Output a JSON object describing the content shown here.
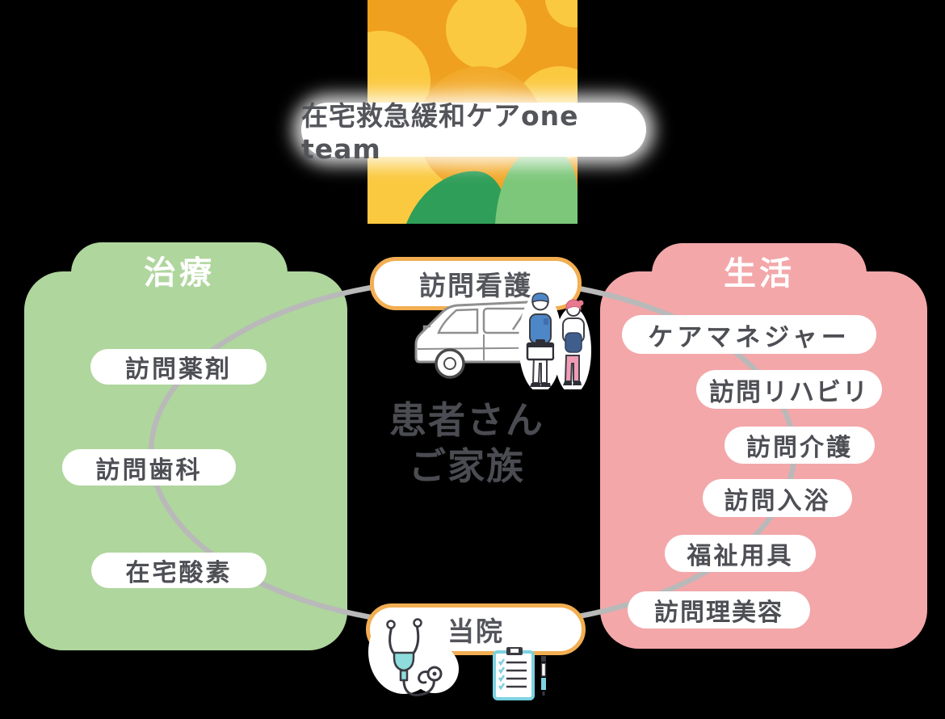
{
  "title_banner": {
    "label": "在宅救急緩和ケアone team"
  },
  "hubs": {
    "top": {
      "label": "訪問看護"
    },
    "bottom": {
      "label": "当院"
    }
  },
  "center_label": {
    "line1": "患者さん",
    "line2": "ご家族"
  },
  "panels": {
    "treatment": {
      "title": "治療",
      "items": [
        "訪問薬剤",
        "訪問歯科",
        "在宅酸素"
      ]
    },
    "life": {
      "title": "生活",
      "items": [
        "ケアマネジャー",
        "訪問リハビリ",
        "訪問介護",
        "訪問入浴",
        "福祉用具",
        "訪問理美容"
      ]
    }
  },
  "icons": {
    "flower": "sunflower-icon",
    "van": "nursing-van-illustration",
    "stethoscope": "stethoscope-icon",
    "clipboard": "checklist-clipboard-icon",
    "pen": "pen-icon"
  },
  "colors": {
    "background": "#000000",
    "panel_green": "#afd69d",
    "panel_pink": "#f3a7a9",
    "hub_border_orange": "#f2ae52",
    "connector_gray": "#b9b9b9",
    "text_dark": "#4e4f55",
    "title_white": "#ffffff",
    "teal_accent": "#7cd2e0",
    "nurse_blue": "#4d87c7",
    "nurse_pink": "#f09cb4"
  }
}
